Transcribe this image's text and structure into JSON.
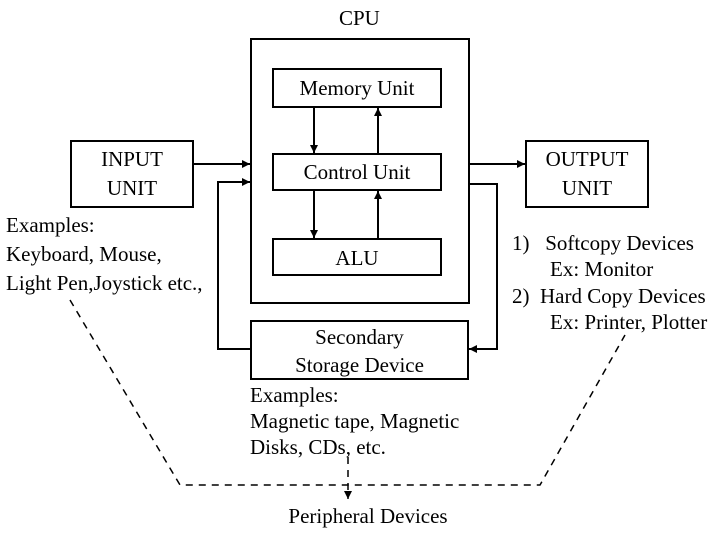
{
  "cpu": {
    "label": "CPU"
  },
  "memory_unit": {
    "label": "Memory Unit"
  },
  "control_unit": {
    "label": "Control Unit"
  },
  "alu": {
    "label": "ALU"
  },
  "input_unit": {
    "line1": "INPUT",
    "line2": "UNIT"
  },
  "output_unit": {
    "line1": "OUTPUT",
    "line2": "UNIT"
  },
  "secondary_storage": {
    "line1": "Secondary",
    "line2": "Storage Device"
  },
  "input_examples": {
    "heading": "Examples:",
    "line1": "Keyboard, Mouse,",
    "line2": "Light Pen,Joystick etc.,"
  },
  "output_examples": {
    "item1": "1)   Softcopy Devices",
    "item1_ex": "Ex: Monitor",
    "item2": "2)  Hard Copy Devices",
    "item2_ex": "Ex: Printer, Plotter"
  },
  "storage_examples": {
    "heading": "Examples:",
    "line1": "Magnetic tape, Magnetic",
    "line2": "Disks, CDs, etc."
  },
  "peripheral": {
    "label": "Peripheral Devices"
  }
}
